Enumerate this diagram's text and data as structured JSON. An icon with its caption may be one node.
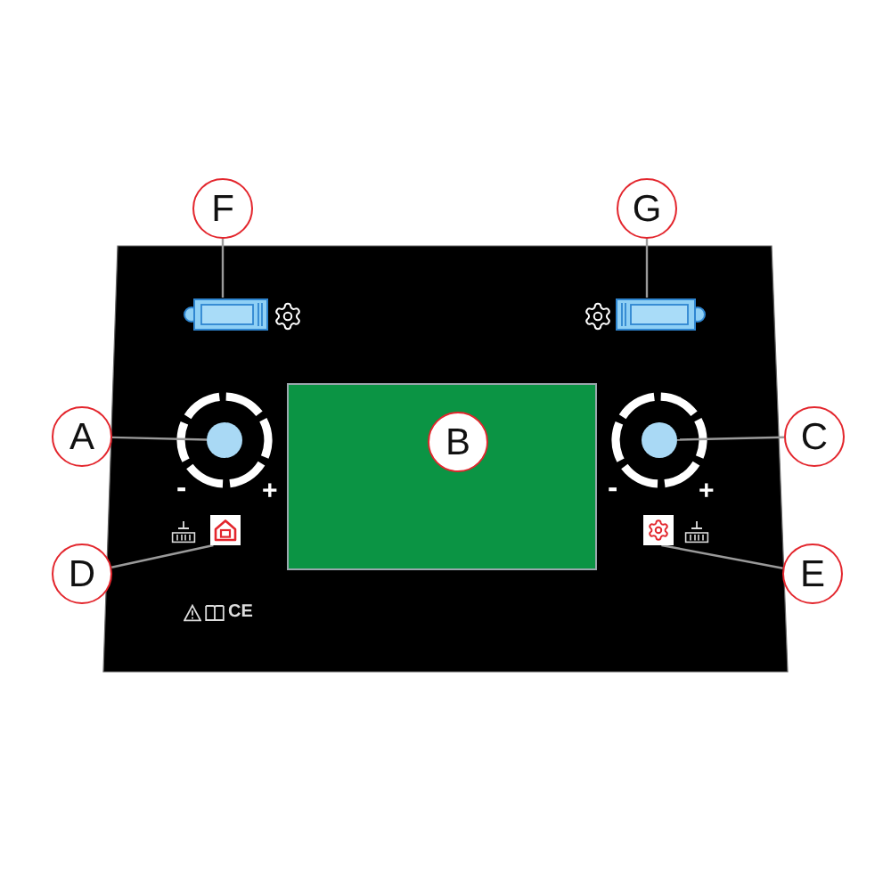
{
  "diagram": {
    "nodes": [
      {
        "text": [
          "F"
        ]
      },
      {
        "text": [
          "G"
        ]
      },
      {
        "text": [],
        "shape": "picture"
      },
      {
        "text": [],
        "shape": "picture"
      },
      {
        "text": [
          "A"
        ]
      },
      {
        "text": [],
        "shape": "circle"
      },
      {
        "text": [],
        "shape": "box"
      },
      {
        "text": [
          "B"
        ],
        "in": 6
      },
      {
        "text": [],
        "shape": "circle"
      },
      {
        "text": [
          "C"
        ]
      },
      {
        "text": [
          "D"
        ]
      },
      {
        "text": [],
        "shape": "box"
      },
      {
        "text": [],
        "shape": "box"
      },
      {
        "text": [
          "E"
        ]
      }
    ],
    "edges": [
      {
        "from": 0,
        "to": 2,
        "arrow": "none"
      },
      {
        "from": 1,
        "to": 3,
        "arrow": "none"
      },
      {
        "from": 4,
        "to": 5,
        "arrow": "none"
      },
      {
        "from": 9,
        "to": 8,
        "arrow": "none"
      },
      {
        "from": 10,
        "to": 11,
        "arrow": "none"
      },
      {
        "from": 13,
        "to": 12,
        "arrow": "none"
      }
    ],
    "labels": [
      "-",
      "+",
      "-",
      "+",
      "CE"
    ]
  }
}
